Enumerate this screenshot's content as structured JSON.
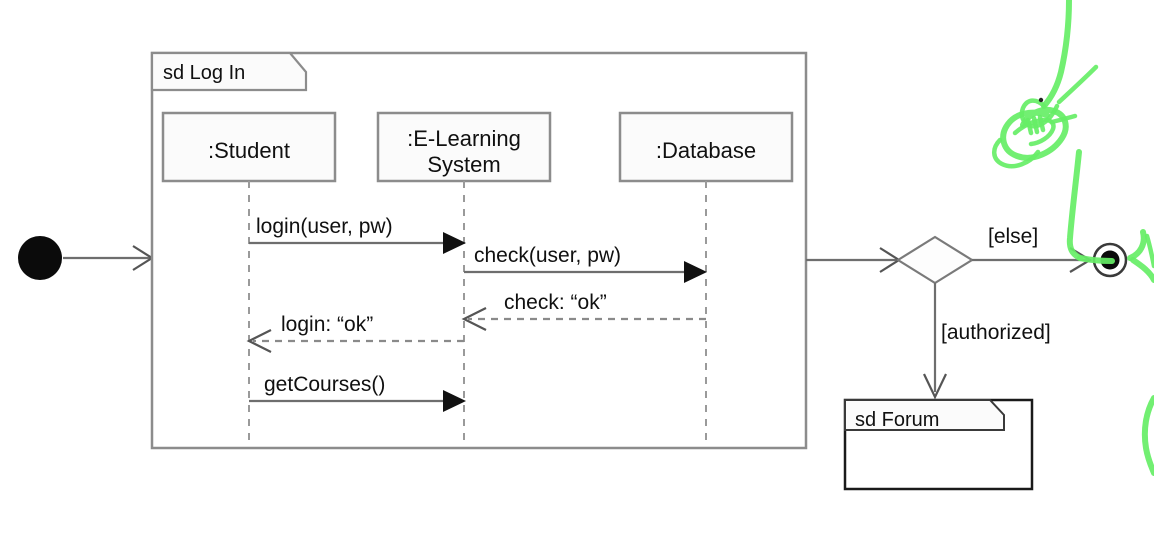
{
  "diagram": {
    "type": "uml-activity-with-interaction-use",
    "background_color": "#ffffff",
    "line_color": "#7a7a7a",
    "text_color": "#101010",
    "annotation_color": "#66ee66"
  },
  "initial_node": {
    "label": "initial-node"
  },
  "main_frame": {
    "label": "sd Log In",
    "lifelines": [
      {
        "name": "student",
        "label": ":Student",
        "label_line1": ":Student",
        "label_line2": ""
      },
      {
        "name": "elearning-system",
        "label": ":E-Learning System",
        "label_line1": ":E-Learning",
        "label_line2": "System"
      },
      {
        "name": "database",
        "label": ":Database",
        "label_line1": ":Database",
        "label_line2": ""
      }
    ],
    "messages": [
      {
        "id": "m1",
        "label": "login(user, pw)",
        "from": ":Student",
        "to": ":E-Learning System",
        "style": "solid",
        "arrowhead": "filled",
        "direction": "right"
      },
      {
        "id": "m2",
        "label": "check(user, pw)",
        "from": ":E-Learning System",
        "to": ":Database",
        "style": "solid",
        "arrowhead": "filled",
        "direction": "right"
      },
      {
        "id": "m3",
        "label": "check: “ok”",
        "from": ":Database",
        "to": ":E-Learning System",
        "style": "dashed",
        "arrowhead": "open",
        "direction": "left"
      },
      {
        "id": "m4",
        "label": "login: “ok”",
        "from": ":E-Learning System",
        "to": ":Student",
        "style": "dashed",
        "arrowhead": "open",
        "direction": "left"
      },
      {
        "id": "m5",
        "label": "getCourses()",
        "from": ":Student",
        "to": ":E-Learning System",
        "style": "solid",
        "arrowhead": "filled",
        "direction": "right"
      }
    ]
  },
  "decision": {
    "label": "decision-node",
    "guards": [
      {
        "name": "guard-else",
        "label": "[else]",
        "target": "final-node"
      },
      {
        "name": "guard-authorized",
        "label": "[authorized]",
        "target": "sd Forum"
      }
    ]
  },
  "forum_frame": {
    "label": "sd Forum"
  },
  "final_node": {
    "label": "activity-final-node"
  },
  "annotations": {
    "label": "hand-drawn-green-ink",
    "color": "#66ee66"
  }
}
